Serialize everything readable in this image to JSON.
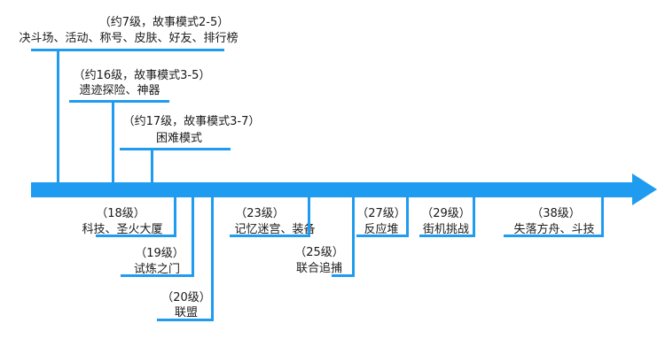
{
  "colors": {
    "line": "#1f9cf0",
    "text": "#1a1a1a",
    "background": "#ffffff"
  },
  "above": [
    {
      "sub": "（约7级，故事模式2-5）",
      "main": "决斗场、活动、称号、皮肤、好友、排行榜"
    },
    {
      "sub": "（约16级，故事模式3-5）",
      "main": "遗迹探险、神器"
    },
    {
      "sub": "（约17级，故事模式3-7）",
      "main": "困难模式"
    }
  ],
  "below": [
    {
      "level": "（18级）",
      "feature": "科技、圣火大厦"
    },
    {
      "level": "（19级）",
      "feature": "试炼之门"
    },
    {
      "level": "（20级）",
      "feature": "联盟"
    },
    {
      "level": "（23级）",
      "feature": "记忆迷宫、装备"
    },
    {
      "level": "（25级）",
      "feature": "联合追捕"
    },
    {
      "level": "（27级）",
      "feature": "反应堆"
    },
    {
      "level": "（29级）",
      "feature": "街机挑战"
    },
    {
      "level": "（38级）",
      "feature": "失落方舟、斗技"
    }
  ]
}
